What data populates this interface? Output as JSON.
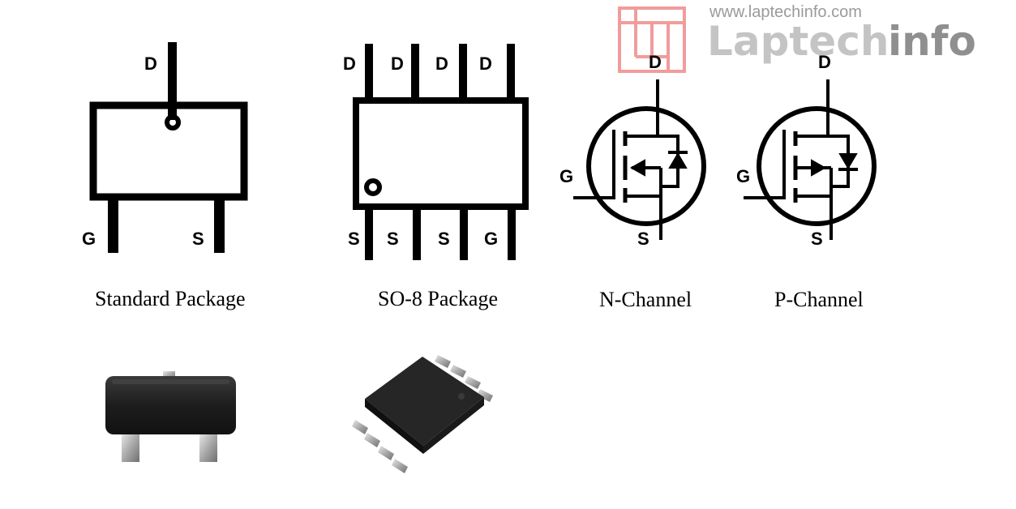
{
  "watermark": {
    "url": "www.laptechinfo.com",
    "brand_left": "Laptech",
    "brand_right": "info",
    "logo_color": "#ef8b8b"
  },
  "standard_package": {
    "caption": "Standard Package",
    "pins": {
      "top": "D",
      "bottom_left": "G",
      "bottom_right": "S"
    }
  },
  "so8_package": {
    "caption": "SO-8 Package",
    "top_pins": [
      "D",
      "D",
      "D",
      "D"
    ],
    "bottom_pins": [
      "S",
      "S",
      "S",
      "G"
    ]
  },
  "n_channel": {
    "caption": "N-Channel",
    "pins": {
      "drain": "D",
      "gate": "G",
      "source": "S"
    }
  },
  "p_channel": {
    "caption": "P-Channel",
    "pins": {
      "drain": "D",
      "gate": "G",
      "source": "S"
    }
  },
  "photos": [
    {
      "name": "SOT-23 package photo"
    },
    {
      "name": "SO-8 package photo"
    }
  ]
}
